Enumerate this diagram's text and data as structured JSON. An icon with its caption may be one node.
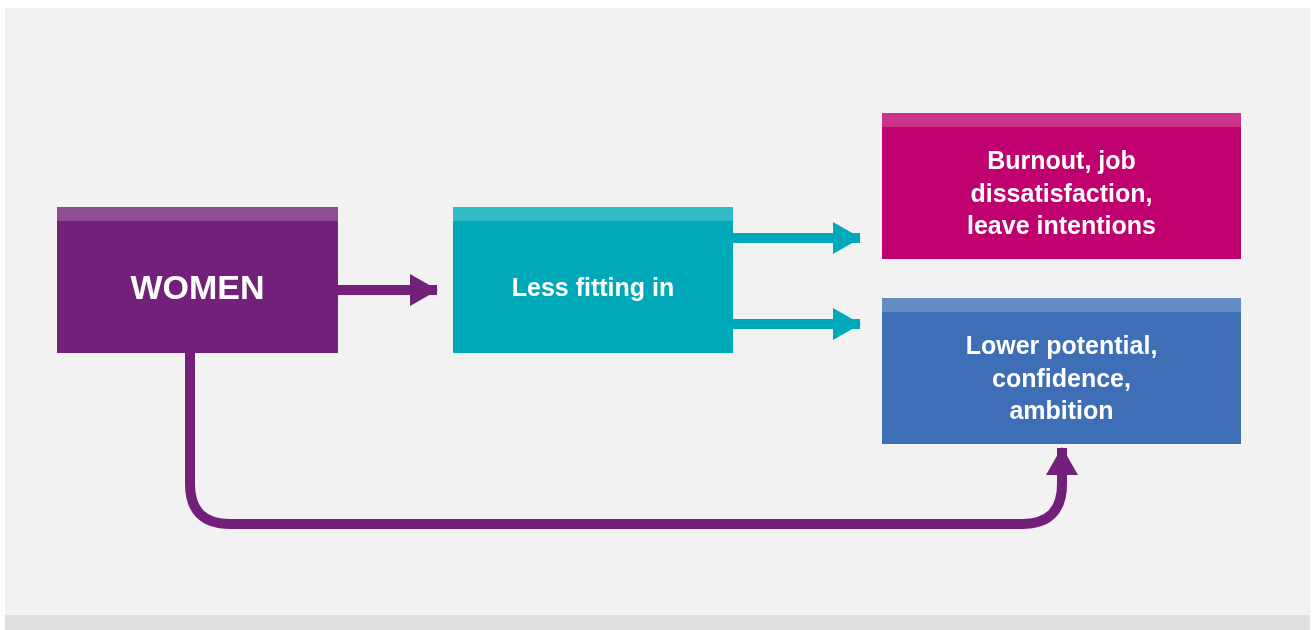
{
  "diagram": {
    "nodes": [
      {
        "text": [
          "WOMEN"
        ]
      },
      {
        "text": [
          "Less fitting in"
        ]
      },
      {
        "text": [
          "Burnout, job dissatisfaction, leave intentions"
        ]
      },
      {
        "text": [
          "Lower potential, confidence, ambition"
        ]
      }
    ],
    "edges": [
      {
        "from": 0,
        "to": 1,
        "arrow": "to",
        "color": "#722079"
      },
      {
        "from": 1,
        "to": 2,
        "arrow": "to",
        "color": "#00a9b9"
      },
      {
        "from": 1,
        "to": 3,
        "arrow": "to",
        "color": "#00a9b9"
      },
      {
        "from": 0,
        "to": 3,
        "arrow": "to",
        "color": "#722079"
      }
    ]
  }
}
